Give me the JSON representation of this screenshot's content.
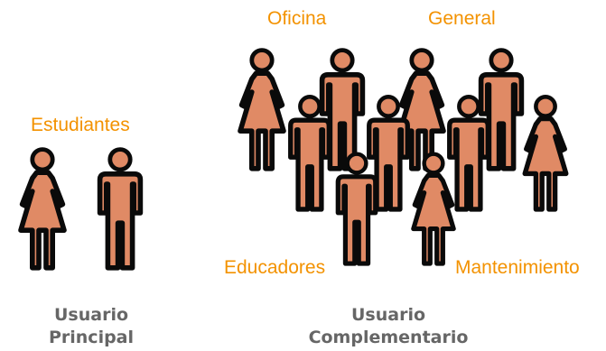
{
  "groups": {
    "estudiantes": "Estudiantes",
    "oficina": "Oficina",
    "general": "General",
    "educadores": "Educadores",
    "mantenimiento": "Mantenimiento"
  },
  "captions": {
    "principal": {
      "line1": "Usuario",
      "line2": "Principal"
    },
    "complementario": {
      "line1": "Usuario",
      "line2": "Complementario"
    }
  },
  "colors": {
    "person_fill": "#e08a65",
    "person_outline": "#0a0a0a",
    "group_label": "#f39200",
    "caption_text": "#666666"
  },
  "icons": {
    "female": "person-female-icon",
    "male": "person-male-icon"
  }
}
